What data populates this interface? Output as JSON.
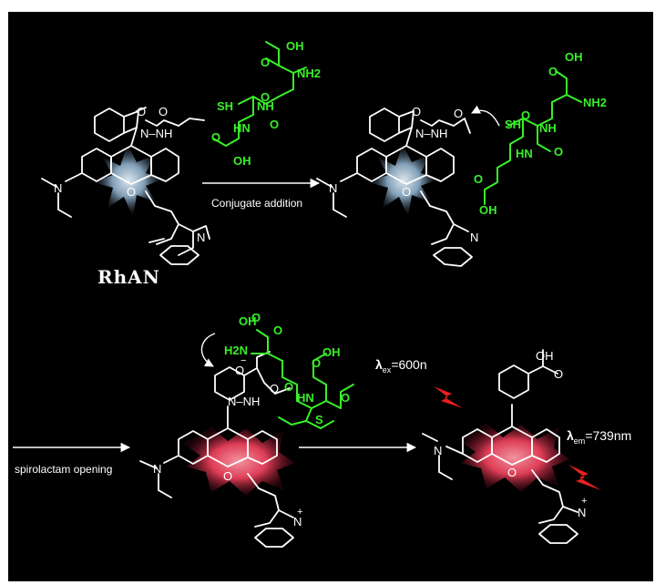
{
  "compound_label": "RhAN",
  "steps": {
    "conjugate": "Conjugate addition",
    "spiro": "spirolactam opening"
  },
  "lambda": {
    "ex_symbol": "λ",
    "ex_sub": "ex",
    "ex_value": "=600n",
    "em_symbol": "λ",
    "em_sub": "em",
    "em_value": "=739nm"
  },
  "atoms": {
    "O": "O",
    "N": "N",
    "NH": "NH",
    "HN": "HN",
    "N_H": "N–NH",
    "S": "S",
    "SH": "SH",
    "OH": "OH",
    "NH2": "NH2",
    "H2N": "H2N",
    "plus": "+",
    "minus": "−"
  },
  "colors": {
    "background": "#000000",
    "bonds": "#ffffff",
    "glutathione": "#39ef2a",
    "spirocycle_glow": "#9fb8cc",
    "xanthene_glow": "#e8405a",
    "lightning": "#e8201f"
  },
  "icons": {
    "excitation": "lightning-bolt-icon",
    "emission": "lightning-bolt-icon"
  }
}
